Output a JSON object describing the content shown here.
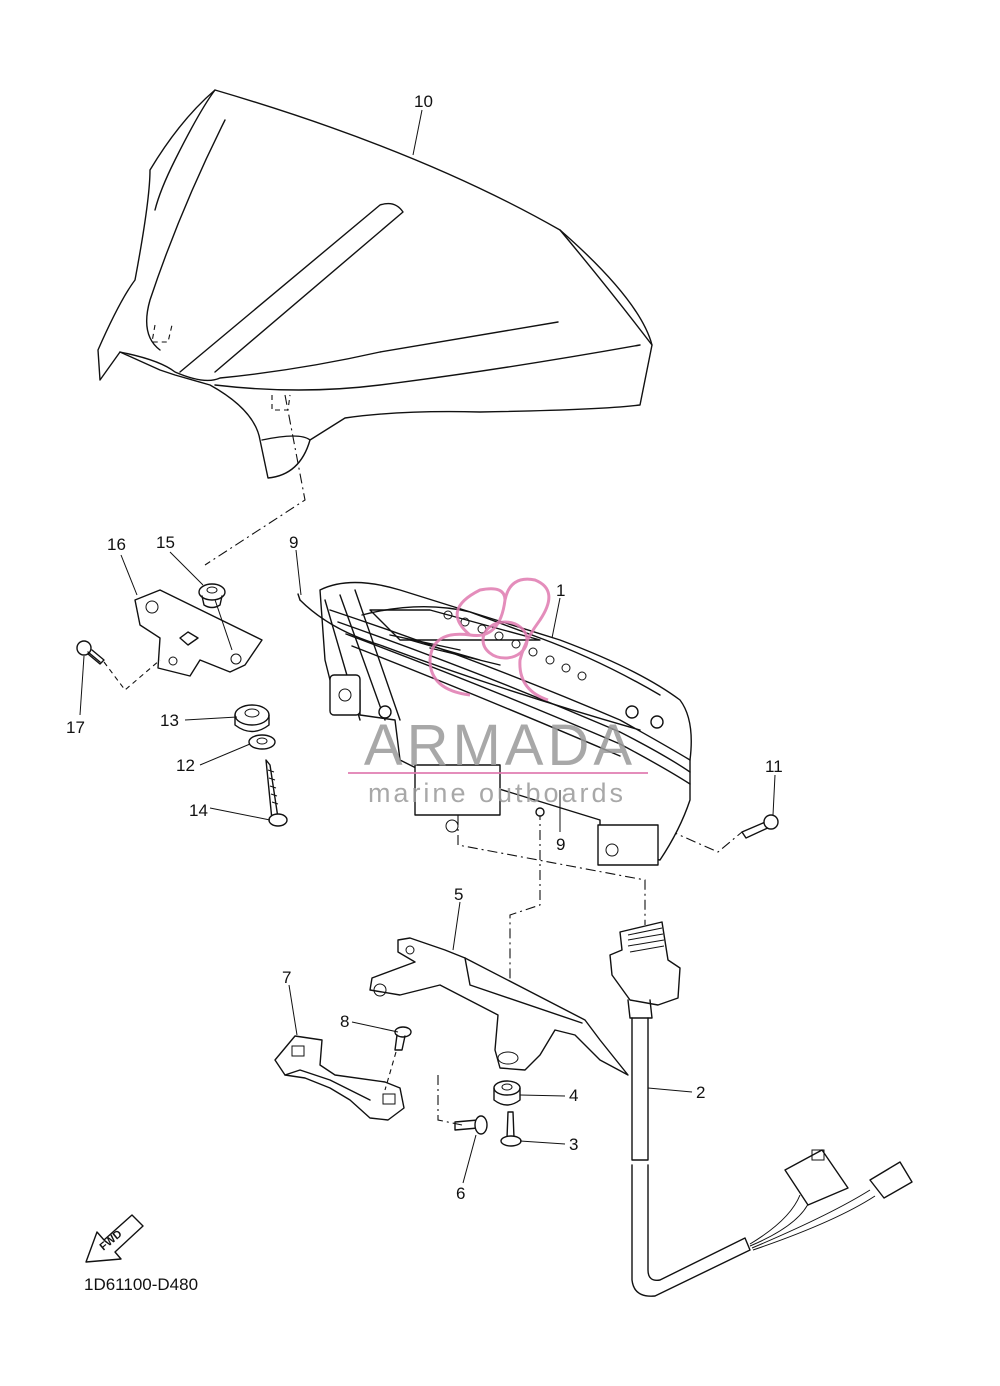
{
  "diagram": {
    "code": "1D61100-D480",
    "fwd_label": "FWD",
    "callouts": {
      "c1": "1",
      "c2": "2",
      "c3": "3",
      "c4": "4",
      "c5": "5",
      "c6": "6",
      "c7": "7",
      "c8": "8",
      "c9a": "9",
      "c9b": "9",
      "c10": "10",
      "c11": "11",
      "c12": "12",
      "c13": "13",
      "c14": "14",
      "c15": "15",
      "c16": "16",
      "c17": "17"
    }
  },
  "watermark": {
    "brand": "ARMADA",
    "tagline": "marine outboards",
    "color": "#e07ab0"
  }
}
